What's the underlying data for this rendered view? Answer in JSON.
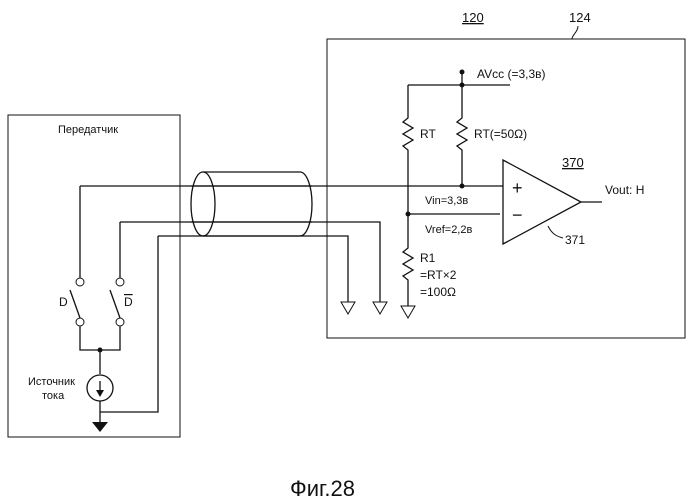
{
  "ref_numbers": {
    "device": "120",
    "box": "124",
    "comparator": "370",
    "comparator_lead": "371"
  },
  "transmitter": {
    "title": "Передатчик",
    "switch_left": "D",
    "switch_right": "D",
    "source_line1": "Источник",
    "source_line2": "тока"
  },
  "receiver": {
    "supply": "AVcc (=3,3в)",
    "rt_left": "RT",
    "rt_right": "RT(=50Ω)",
    "vin": "Vin=3,3в",
    "vref": "Vref=2,2в",
    "r1_name": "R1",
    "r1_formula": "=RT×2",
    "r1_value": "=100Ω",
    "plus": "+",
    "minus": "−",
    "vout": "Vout: H"
  },
  "caption": "Фиг.28"
}
